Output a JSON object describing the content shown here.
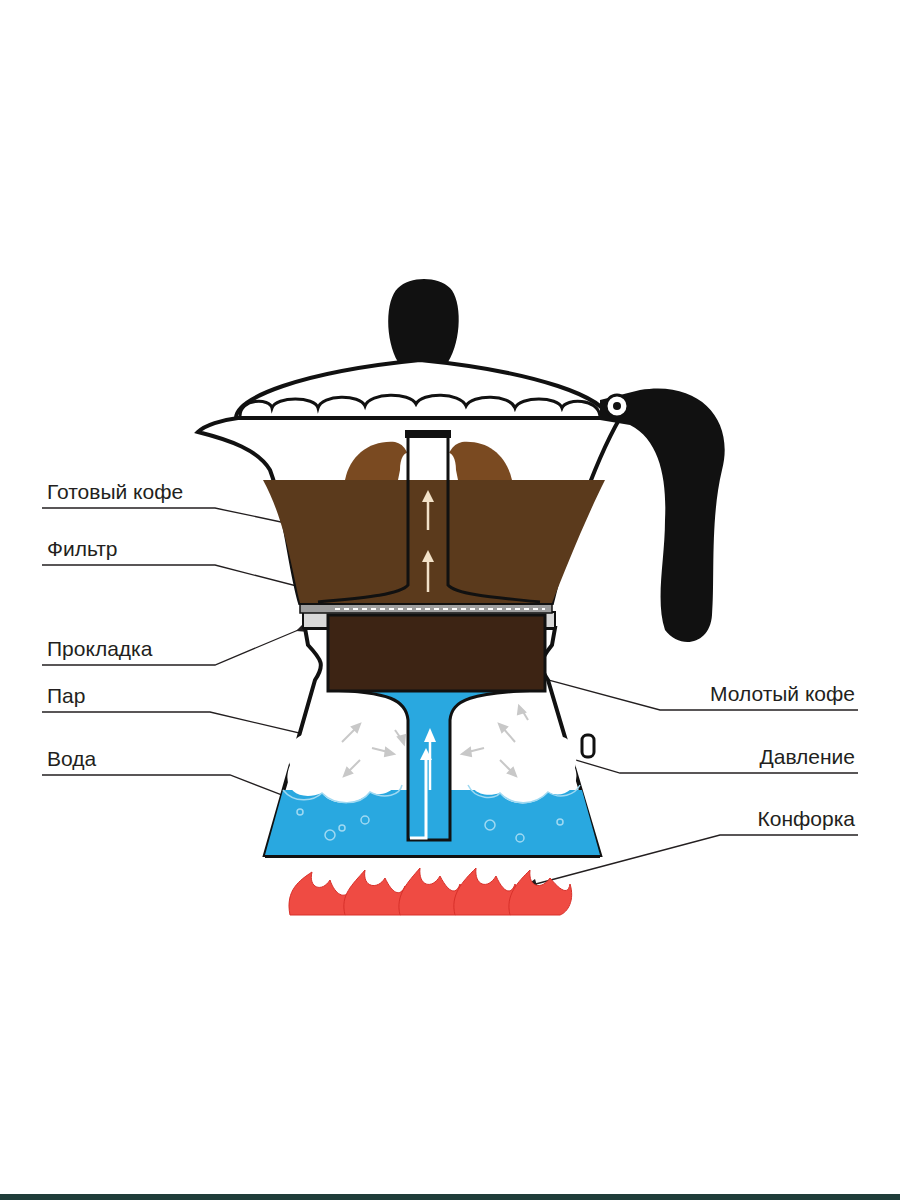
{
  "diagram": {
    "labels": [
      "Готовый кофе",
      "Фильтр",
      "Прокладка",
      "Пар",
      "Вода",
      "Молотый кофе",
      "Давление",
      "Конфорка"
    ]
  }
}
